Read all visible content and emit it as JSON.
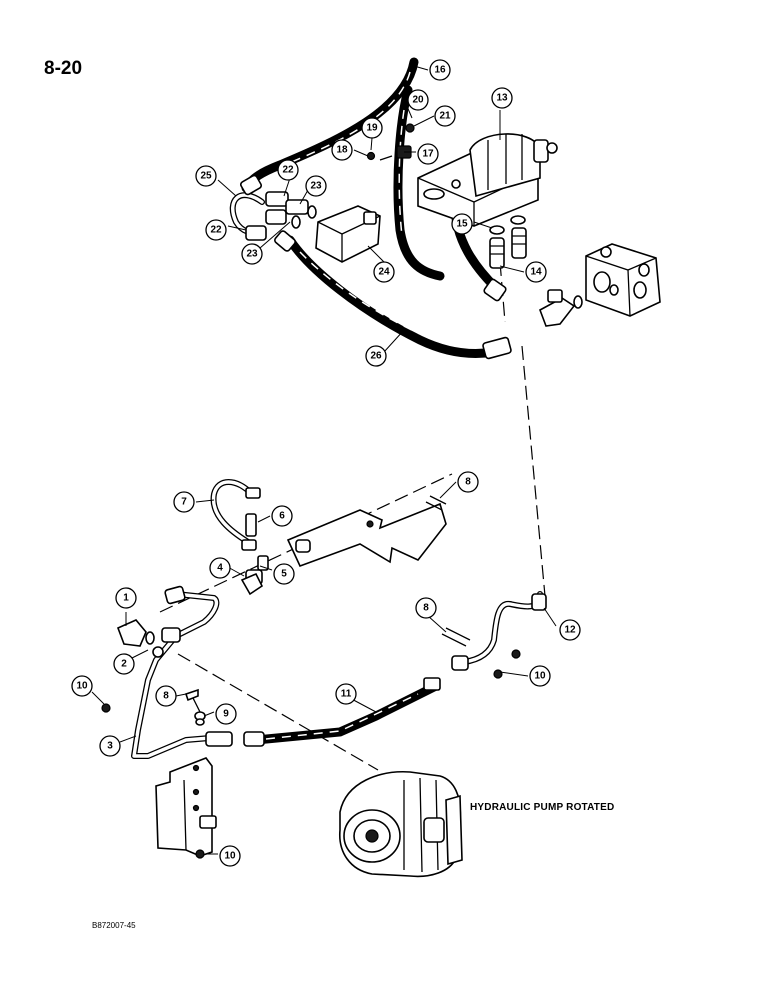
{
  "page_number": "8-20",
  "caption": "HYDRAULIC PUMP ROTATED",
  "figure_code": "B872007-45",
  "callouts": [
    {
      "num": "16",
      "label": "16"
    },
    {
      "num": "20",
      "label": "20"
    },
    {
      "num": "21",
      "label": "21"
    },
    {
      "num": "13",
      "label": "13"
    },
    {
      "num": "19",
      "label": "19"
    },
    {
      "num": "18",
      "label": "18"
    },
    {
      "num": "17",
      "label": "17"
    },
    {
      "num": "22",
      "label": "22"
    },
    {
      "num": "23",
      "label": "23"
    },
    {
      "num": "25",
      "label": "25"
    },
    {
      "num": "22",
      "label": "22"
    },
    {
      "num": "23",
      "label": "23"
    },
    {
      "num": "24",
      "label": "24"
    },
    {
      "num": "15",
      "label": "15"
    },
    {
      "num": "14",
      "label": "14"
    },
    {
      "num": "26",
      "label": "26"
    },
    {
      "num": "8",
      "label": "8"
    },
    {
      "num": "7",
      "label": "7"
    },
    {
      "num": "6",
      "label": "6"
    },
    {
      "num": "4",
      "label": "4"
    },
    {
      "num": "5",
      "label": "5"
    },
    {
      "num": "1",
      "label": "1"
    },
    {
      "num": "8",
      "label": "8"
    },
    {
      "num": "12",
      "label": "12"
    },
    {
      "num": "2",
      "label": "2"
    },
    {
      "num": "10",
      "label": "10"
    },
    {
      "num": "10",
      "label": "10"
    },
    {
      "num": "11",
      "label": "11"
    },
    {
      "num": "8",
      "label": "8"
    },
    {
      "num": "9",
      "label": "9"
    },
    {
      "num": "3",
      "label": "3"
    },
    {
      "num": "10",
      "label": "10"
    }
  ]
}
